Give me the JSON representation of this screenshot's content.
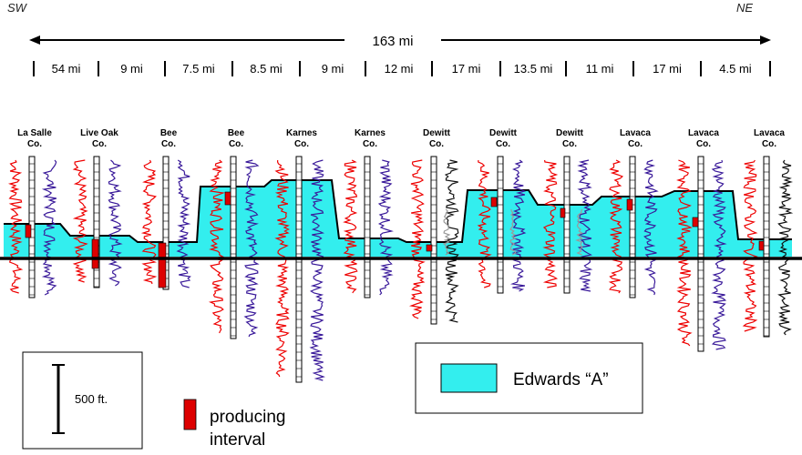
{
  "direction": {
    "left": "SW",
    "right": "NE"
  },
  "total_distance": "163 mi",
  "segment_distances": [
    "54 mi",
    "9 mi",
    "7.5 mi",
    "8.5 mi",
    "9 mi",
    "12 mi",
    "17 mi",
    "13.5 mi",
    "11 mi",
    "17 mi",
    "4.5 mi"
  ],
  "wells": [
    {
      "name": "La Salle",
      "suffix": "Co.",
      "producing_interval": true
    },
    {
      "name": "Live Oak",
      "suffix": "Co.",
      "producing_interval": true
    },
    {
      "name": "Bee",
      "suffix": "Co.",
      "producing_interval": true
    },
    {
      "name": "Bee",
      "suffix": "Co.",
      "producing_interval": true
    },
    {
      "name": "Karnes",
      "suffix": "Co.",
      "producing_interval": false
    },
    {
      "name": "Karnes",
      "suffix": "Co.",
      "producing_interval": false
    },
    {
      "name": "Dewitt",
      "suffix": "Co.",
      "producing_interval": true
    },
    {
      "name": "Dewitt",
      "suffix": "Co.",
      "producing_interval": true
    },
    {
      "name": "Dewitt",
      "suffix": "Co.",
      "producing_interval": true
    },
    {
      "name": "Lavaca",
      "suffix": "Co.",
      "producing_interval": true
    },
    {
      "name": "Lavaca",
      "suffix": "Co.",
      "producing_interval": true
    },
    {
      "name": "Lavaca",
      "suffix": "Co.",
      "producing_interval": true
    }
  ],
  "scale_bar": {
    "label": "500 ft."
  },
  "legend": {
    "producing_interval_label_1": "producing",
    "producing_interval_label_2": "interval",
    "formation_label": "Edwards “A”"
  },
  "colors": {
    "formation_fill": "#33eeee",
    "producing_interval": "#dd0000",
    "log_red": "#ee0000",
    "log_purple": "#3a1a9a",
    "log_gray": "#9a9a9a",
    "log_black": "#111111",
    "datum_line": "#000000"
  }
}
